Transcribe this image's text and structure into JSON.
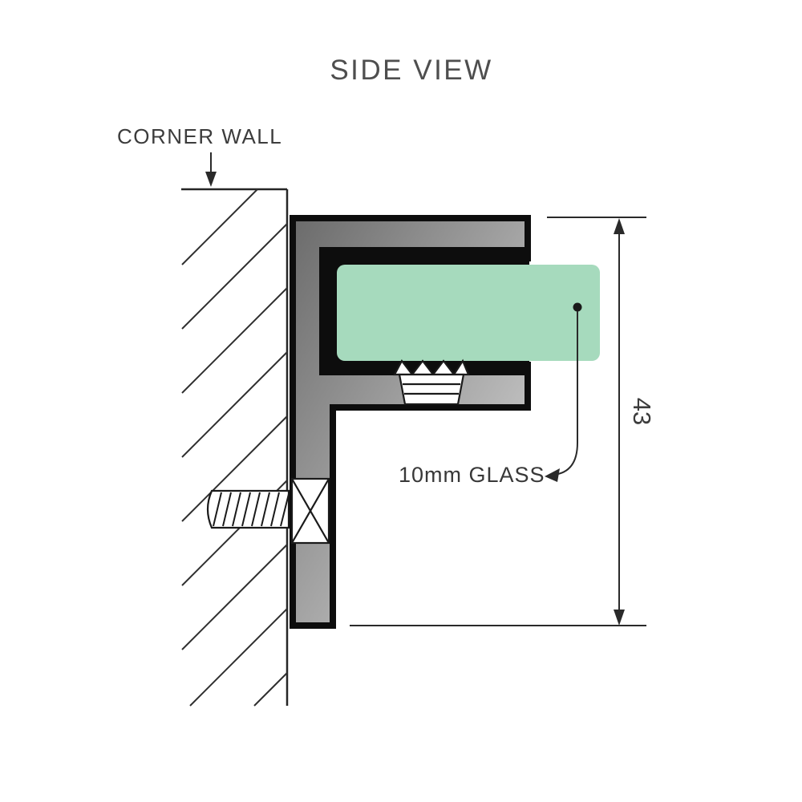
{
  "title": "SIDE VIEW",
  "labels": {
    "corner_wall": "CORNER WALL",
    "glass": "10mm GLASS",
    "dimension_value": "43"
  },
  "colors": {
    "glass_fill": "#a6dabd",
    "metal_dark": "#6b6b6b",
    "metal_light": "#dcdcdc",
    "outline": "#0d0d0d",
    "line": "#2a2a2a",
    "text": "#3f3f3f"
  }
}
